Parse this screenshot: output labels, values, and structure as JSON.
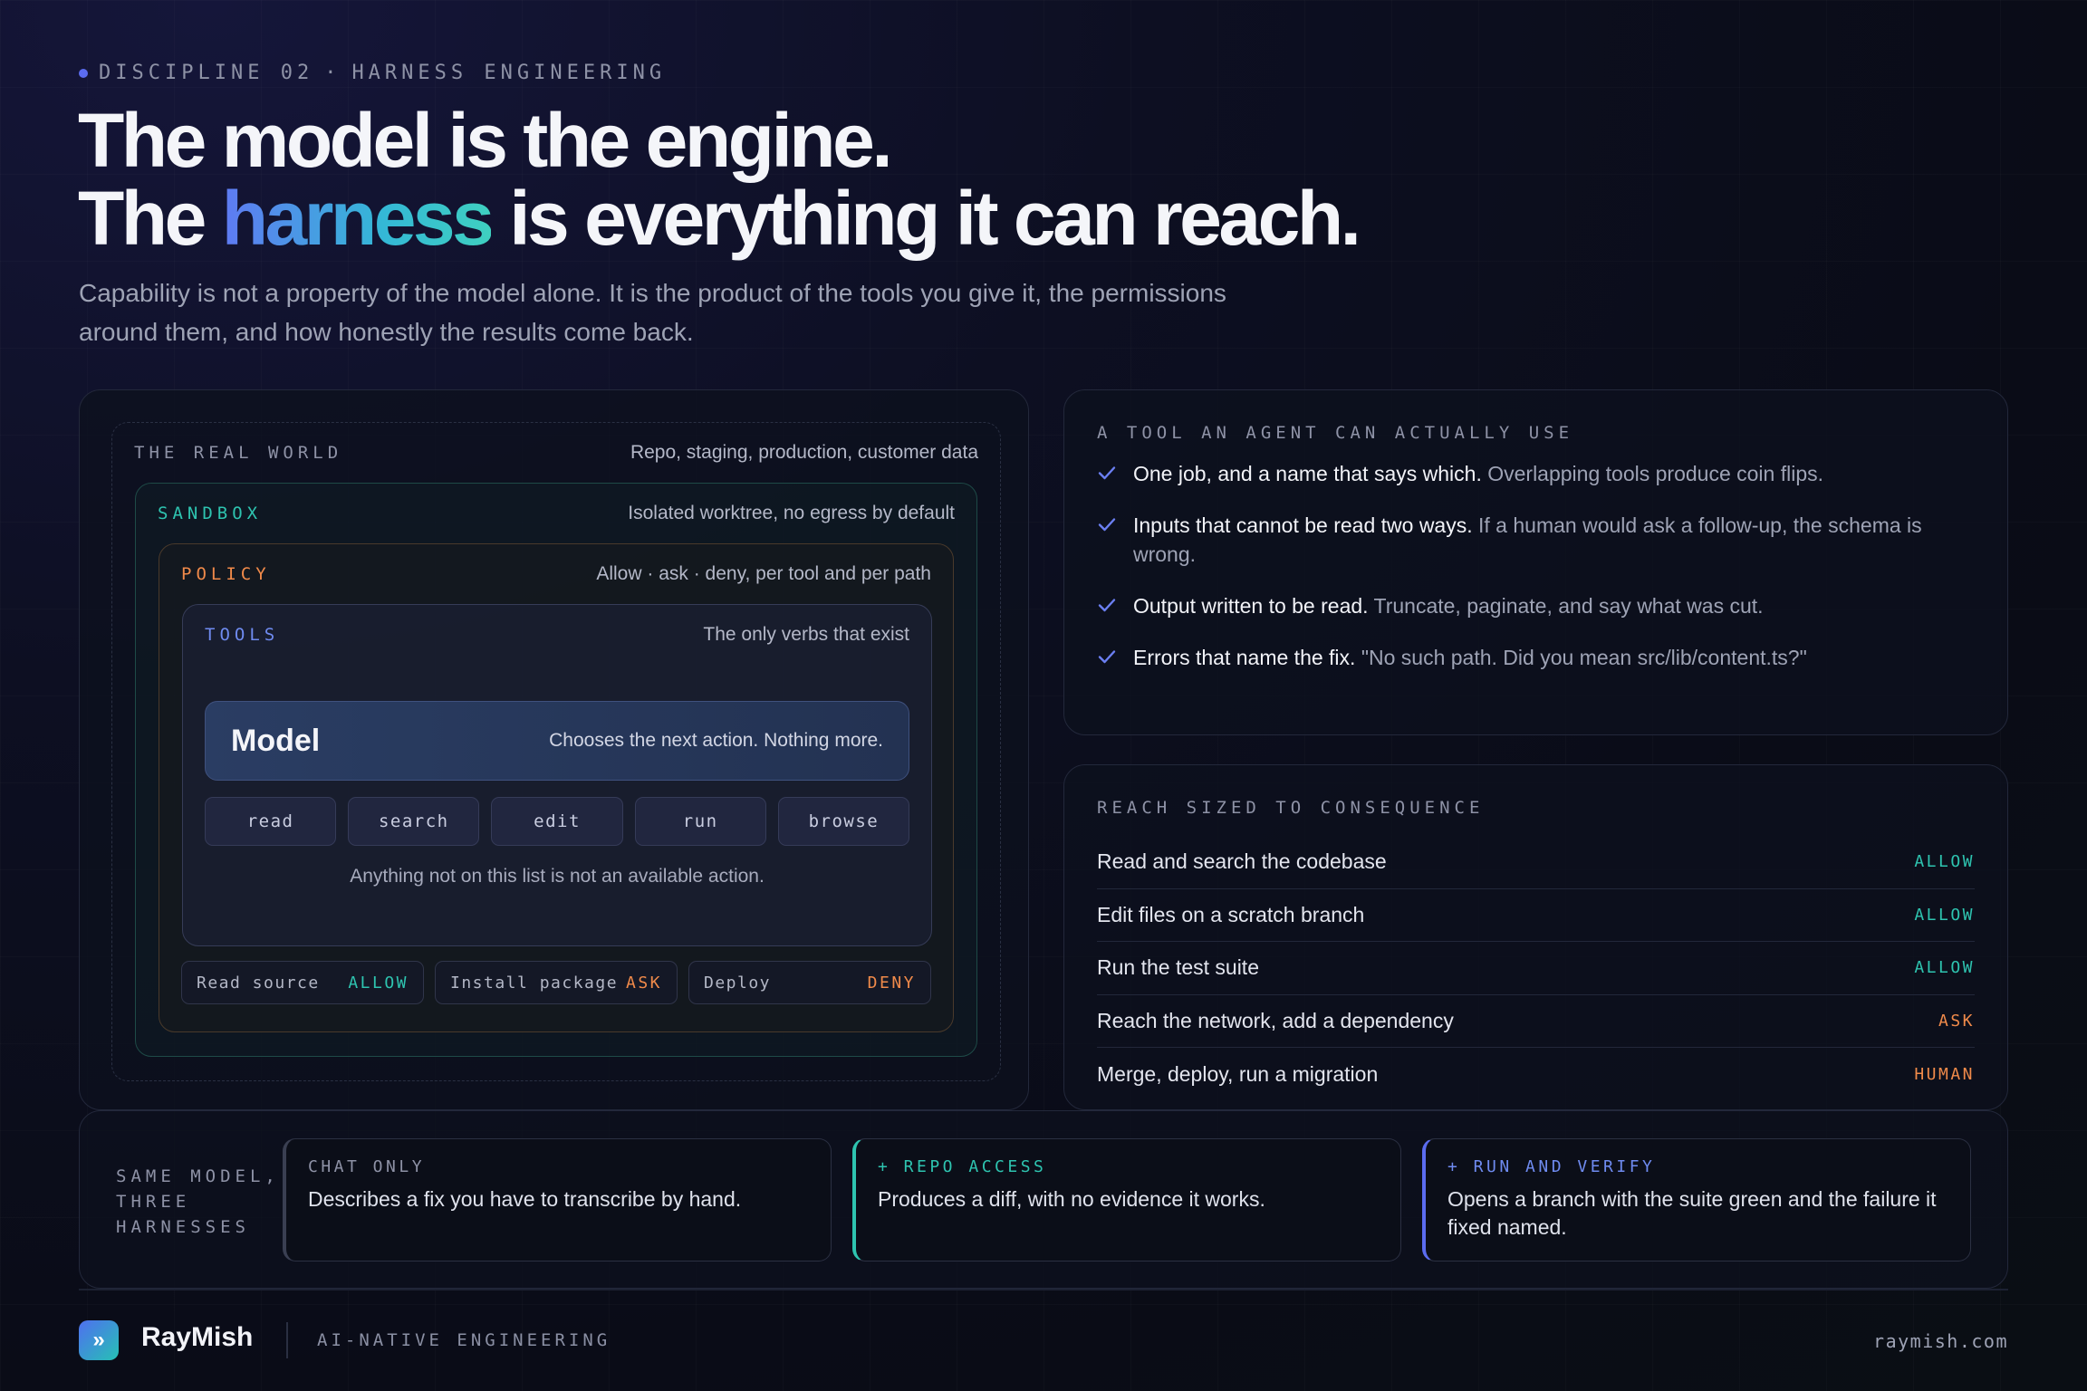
{
  "eyebrow": {
    "discipline": "DISCIPLINE 02",
    "separator": "·",
    "topic": "HARNESS ENGINEERING"
  },
  "headline": {
    "line1": "The model is the engine.",
    "line2_pre": "The ",
    "line2_highlight": "harness",
    "line2_post": " is everything it can reach."
  },
  "lede": "Capability is not a property of the model alone. It is the product of the tools you give it, the permissions around them, and how honestly the results come back.",
  "layers": {
    "real_world": {
      "label": "THE REAL WORLD",
      "desc": "Repo, staging, production, customer data"
    },
    "sandbox": {
      "label": "SANDBOX",
      "desc": "Isolated worktree, no egress by default"
    },
    "policy": {
      "label": "POLICY",
      "desc": "Allow · ask · deny, per tool and per path"
    },
    "tools": {
      "label": "TOOLS",
      "desc": "The only verbs that exist"
    }
  },
  "model": {
    "name": "Model",
    "desc": "Chooses the next action. Nothing more."
  },
  "verbs": [
    "read",
    "search",
    "edit",
    "run",
    "browse"
  ],
  "verbs_note": "Anything not on this list is not an available action.",
  "permissions": [
    {
      "name": "Read source",
      "status": "ALLOW"
    },
    {
      "name": "Install package",
      "status": "ASK"
    },
    {
      "name": "Deploy",
      "status": "DENY"
    }
  ],
  "tool_panel": {
    "label": "A TOOL AN AGENT CAN ACTUALLY USE",
    "items": [
      {
        "lead": "One job, and a name that says which.",
        "rest": " Overlapping tools produce coin flips."
      },
      {
        "lead": "Inputs that cannot be read two ways.",
        "rest": " If a human would ask a follow-up, the schema is wrong."
      },
      {
        "lead": "Output written to be read.",
        "rest": " Truncate, paginate, and say what was cut."
      },
      {
        "lead": "Errors that name the fix.",
        "rest": " \"No such path. Did you mean src/lib/content.ts?\""
      }
    ]
  },
  "reach_panel": {
    "label": "REACH SIZED TO CONSEQUENCE",
    "rows": [
      {
        "text": "Read and search the codebase",
        "status": "ALLOW"
      },
      {
        "text": "Edit files on a scratch branch",
        "status": "ALLOW"
      },
      {
        "text": "Run the test suite",
        "status": "ALLOW"
      },
      {
        "text": "Reach the network, add a dependency",
        "status": "ASK"
      },
      {
        "text": "Merge, deploy, run a migration",
        "status": "HUMAN"
      }
    ]
  },
  "harnesses": {
    "label_line1": "SAME MODEL,",
    "label_line2": "THREE",
    "label_line3": "HARNESSES",
    "cards": [
      {
        "label": "CHAT ONLY",
        "desc": "Describes a fix you have to transcribe by hand."
      },
      {
        "label": "+ REPO ACCESS",
        "desc": "Produces a diff, with no evidence it works."
      },
      {
        "label": "+ RUN AND VERIFY",
        "desc": "Opens a branch with the suite green and the failure it fixed named."
      }
    ]
  },
  "footer": {
    "logo_glyph": "»",
    "brand": "RayMish",
    "tagline": "AI-NATIVE ENGINEERING",
    "site": "raymish.com"
  },
  "colors": {
    "allow": "#2ec4b0",
    "ask": "#f08a4a",
    "deny": "#f08a4a",
    "human": "#f08a4a",
    "accent": "#5b6cf0",
    "sandbox": "#2ec4b0",
    "policy": "#f08a4a",
    "tools": "#6f8bf0"
  },
  "icons": {
    "check": "check-icon",
    "eyebrow_dot": "dot-icon",
    "logo": "chevrons-right-icon"
  }
}
